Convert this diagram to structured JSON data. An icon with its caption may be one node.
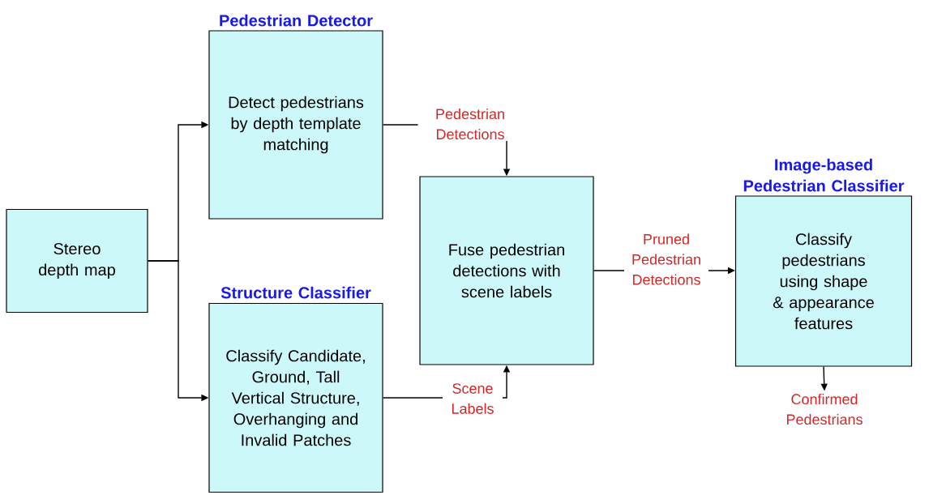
{
  "diagram": {
    "nodes": [
      {
        "text": [
          "Stereo depth map"
        ]
      },
      {
        "text": [
          "Pedestrian Detector",
          "Detect pedestrians by depth template matching"
        ]
      },
      {
        "text": [
          "Structure Classifier",
          "Classify Candidate, Ground, Tall Vertical Structure, Overhanging and Invalid Patches"
        ]
      },
      {
        "text": [
          "Fuse pedestrian detections with scene labels"
        ]
      },
      {
        "text": [
          "Image-based Pedestrian Classifier",
          "Classify pedestrians using shape & appearance features"
        ]
      },
      {
        "text": [
          "Confirmed Pedestrians"
        ]
      }
    ],
    "edges": [
      {
        "from": 0,
        "to": 1,
        "arrow": "to"
      },
      {
        "from": 0,
        "to": 2,
        "arrow": "to"
      },
      {
        "from": 1,
        "to": 3,
        "arrow": "to",
        "label": "Pedestrian Detections"
      },
      {
        "from": 2,
        "to": 3,
        "arrow": "to",
        "label": "Scene Labels"
      },
      {
        "from": 3,
        "to": 4,
        "arrow": "to",
        "label": "Pruned Pedestrian Detections"
      },
      {
        "from": 4,
        "to": 5,
        "arrow": "to"
      }
    ]
  }
}
